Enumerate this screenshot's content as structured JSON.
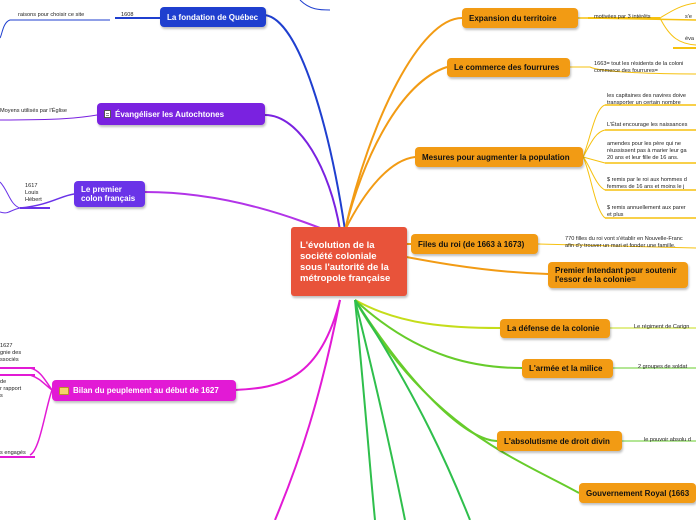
{
  "central": {
    "title": "L'évolution de la société coloniale sous l'autorité de la métropole française"
  },
  "left": {
    "fondation": {
      "label": "La fondation de Québec",
      "sub": [
        "raisons  pour choisir ce site",
        "1608"
      ]
    },
    "evangeliser": {
      "label": "Évangéliser les Autochtones",
      "sub": [
        "Moyens utilisés par l'Église"
      ]
    },
    "premier_colon": {
      "label": "Le premier colon français",
      "sub": [
        "1617\nLouis\nHébert"
      ]
    },
    "bilan": {
      "label": "Bilan du peuplement au début de 1627",
      "sub": [
        "1627\ngnie des\nssociés",
        "de\nr rapport\ns",
        "s engagés"
      ]
    }
  },
  "right": {
    "expansion": {
      "label": "Expansion du territoire",
      "sub": [
        "motivées par 3 intérêts",
        "s'e",
        "éva"
      ]
    },
    "commerce": {
      "label": "Le commerce des fourrures",
      "sub": [
        "1663= tout les résidents de la coloni\ncommerce des fourrures="
      ]
    },
    "mesures": {
      "label": "Mesures pour augmenter la population",
      "sub": [
        "les capitaines des navires doive\ntransporter un certain nombre",
        "L'État encourage les naissances",
        "amendes pour les père qui ne\nréussissent pas à marier leur ga\n20 ans et leur fille de 16 ans.",
        "$ remis par le roi aux hommes d\nfemmes de 16 ans et moins le j",
        "$ remis annuellement aux parer\net plus"
      ]
    },
    "filles": {
      "label": "Files du roi (de 1663 à 1673)",
      "sub": [
        "770 filles du roi vont s'établir en Nouvelle-Franc\nafin d'y trouver un mari et fonder une famille."
      ]
    },
    "intendant": {
      "label": "Premier Intendant pour soutenir l'essor de la colonie="
    },
    "defense": {
      "label": "La défense de la colonie",
      "sub": [
        "Le régiment de Carign"
      ]
    },
    "armee": {
      "label": "L'armée et la milice",
      "sub": [
        "2 groupes de soldat"
      ]
    },
    "absolutisme": {
      "label": "L'absolutisme de droit divin",
      "sub": [
        "le pouvoir absolu d"
      ]
    },
    "gouvernement": {
      "label": "Gouvernement Royal (1663"
    }
  },
  "colors": {
    "central": "#e8533a",
    "orange": "#f29b14",
    "green": "#67cc2b",
    "blue": "#1f3fcf",
    "purple": "#7a22e0",
    "magenta": "#e21ad5"
  }
}
